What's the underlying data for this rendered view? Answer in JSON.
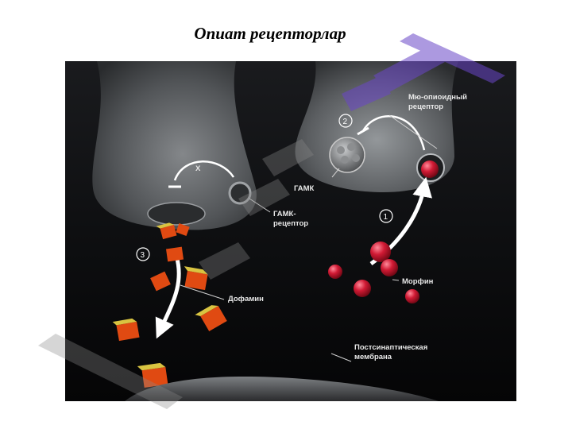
{
  "slide": {
    "title": "Опиат рецепторлар"
  },
  "labels": {
    "mu_receptor_line1": "Мю-опиоидный",
    "mu_receptor_line2": "рецептор",
    "gaba": "ГАМК",
    "gaba_receptor_line1": "ГАМК-",
    "gaba_receptor_line2": "рецептор",
    "morphine": "Морфин",
    "dopamine": "Дофамин",
    "postsynaptic_line1": "Постсинаптическая",
    "postsynaptic_line2": "мембрана"
  },
  "steps": [
    "1",
    "2",
    "3"
  ],
  "inhibit_mark": "X",
  "colors": {
    "background": "#0b0b0d",
    "neuron": "#6b6e71",
    "morphine": "#c0142c",
    "dopamine": "#e04a12",
    "dopamine_top": "#d9c441",
    "watermark": "#6a46c8"
  },
  "watermark_icon": "diagonal-watermark"
}
